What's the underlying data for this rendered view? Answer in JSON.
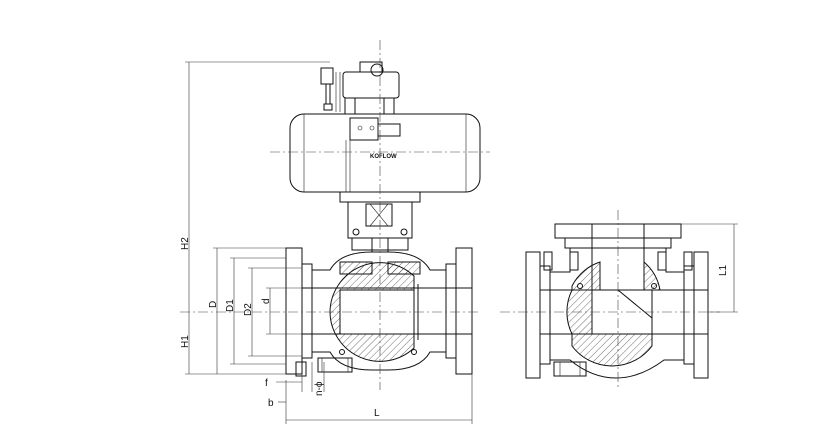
{
  "labels": {
    "H2": "H2",
    "H1": "H1",
    "D": "D",
    "D1": "D1",
    "D2": "D2",
    "d": "d",
    "f": "f",
    "b": "b",
    "n_phi": "n-ϕ",
    "L": "L",
    "L1": "L1"
  },
  "actuator_brand": "KOFLOW",
  "colors": {
    "line": "#111111",
    "background": "#ffffff"
  }
}
